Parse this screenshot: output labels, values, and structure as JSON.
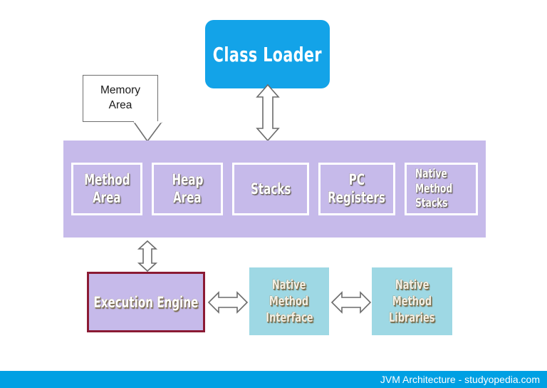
{
  "diagram": {
    "title": "JVM Architecture",
    "class_loader": {
      "label": "Class Loader",
      "color": "#13a3e8"
    },
    "callout": {
      "line1": "Memory",
      "line2": "Area",
      "border_color": "#6f6f6f"
    },
    "memory_area": {
      "panel_color": "#c6baea",
      "box_border_color": "#ffffff",
      "boxes": [
        {
          "line1": "Method",
          "line2": "Area",
          "align": "center"
        },
        {
          "line1": "Heap",
          "line2": "Area",
          "align": "center"
        },
        {
          "line1": "Stacks",
          "line2": "",
          "align": "center"
        },
        {
          "line1": "PC",
          "line2": "Registers",
          "align": "center"
        },
        {
          "line1": "Native",
          "line2": "Method",
          "line3": "Stacks",
          "align": "left"
        }
      ]
    },
    "execution_engine": {
      "label": "Execution Engine",
      "fill_color": "#c6baea",
      "border_color": "#8b1a34"
    },
    "native_blocks": [
      {
        "line1": "Native",
        "line2": "Method",
        "line3": "Interface",
        "color": "#9ed8e4"
      },
      {
        "line1": "Native",
        "line2": "Method",
        "line3": "Libraries",
        "color": "#9ed8e4"
      }
    ],
    "connectors": [
      {
        "name": "class-loader-to-memory-area",
        "orientation": "vertical",
        "double_headed": true
      },
      {
        "name": "memory-area-to-execution-engine",
        "orientation": "vertical",
        "double_headed": true
      },
      {
        "name": "execution-engine-to-native-method-interface",
        "orientation": "horizontal",
        "double_headed": true
      },
      {
        "name": "native-method-interface-to-libraries",
        "orientation": "horizontal",
        "double_headed": true
      }
    ]
  },
  "footer": {
    "text": "JVM Architecture - studyopedia.com",
    "bar_color": "#00a0e3",
    "text_color": "#ffffff"
  }
}
